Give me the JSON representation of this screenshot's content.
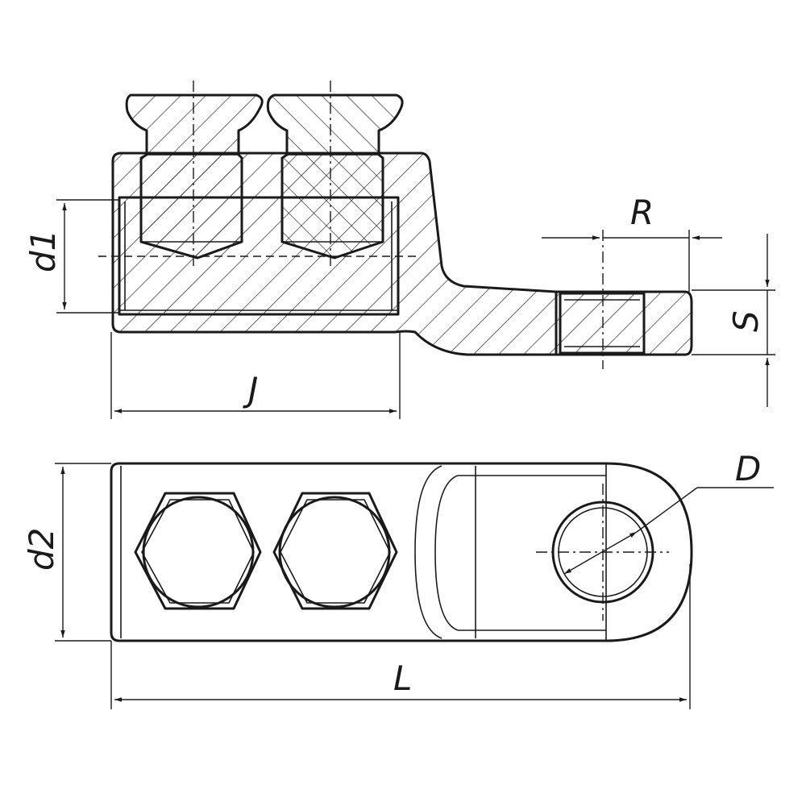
{
  "drawing": {
    "labels": {
      "d1": "d1",
      "d2": "d2",
      "J": "J",
      "L": "L",
      "R": "R",
      "S": "S",
      "D": "D"
    }
  }
}
